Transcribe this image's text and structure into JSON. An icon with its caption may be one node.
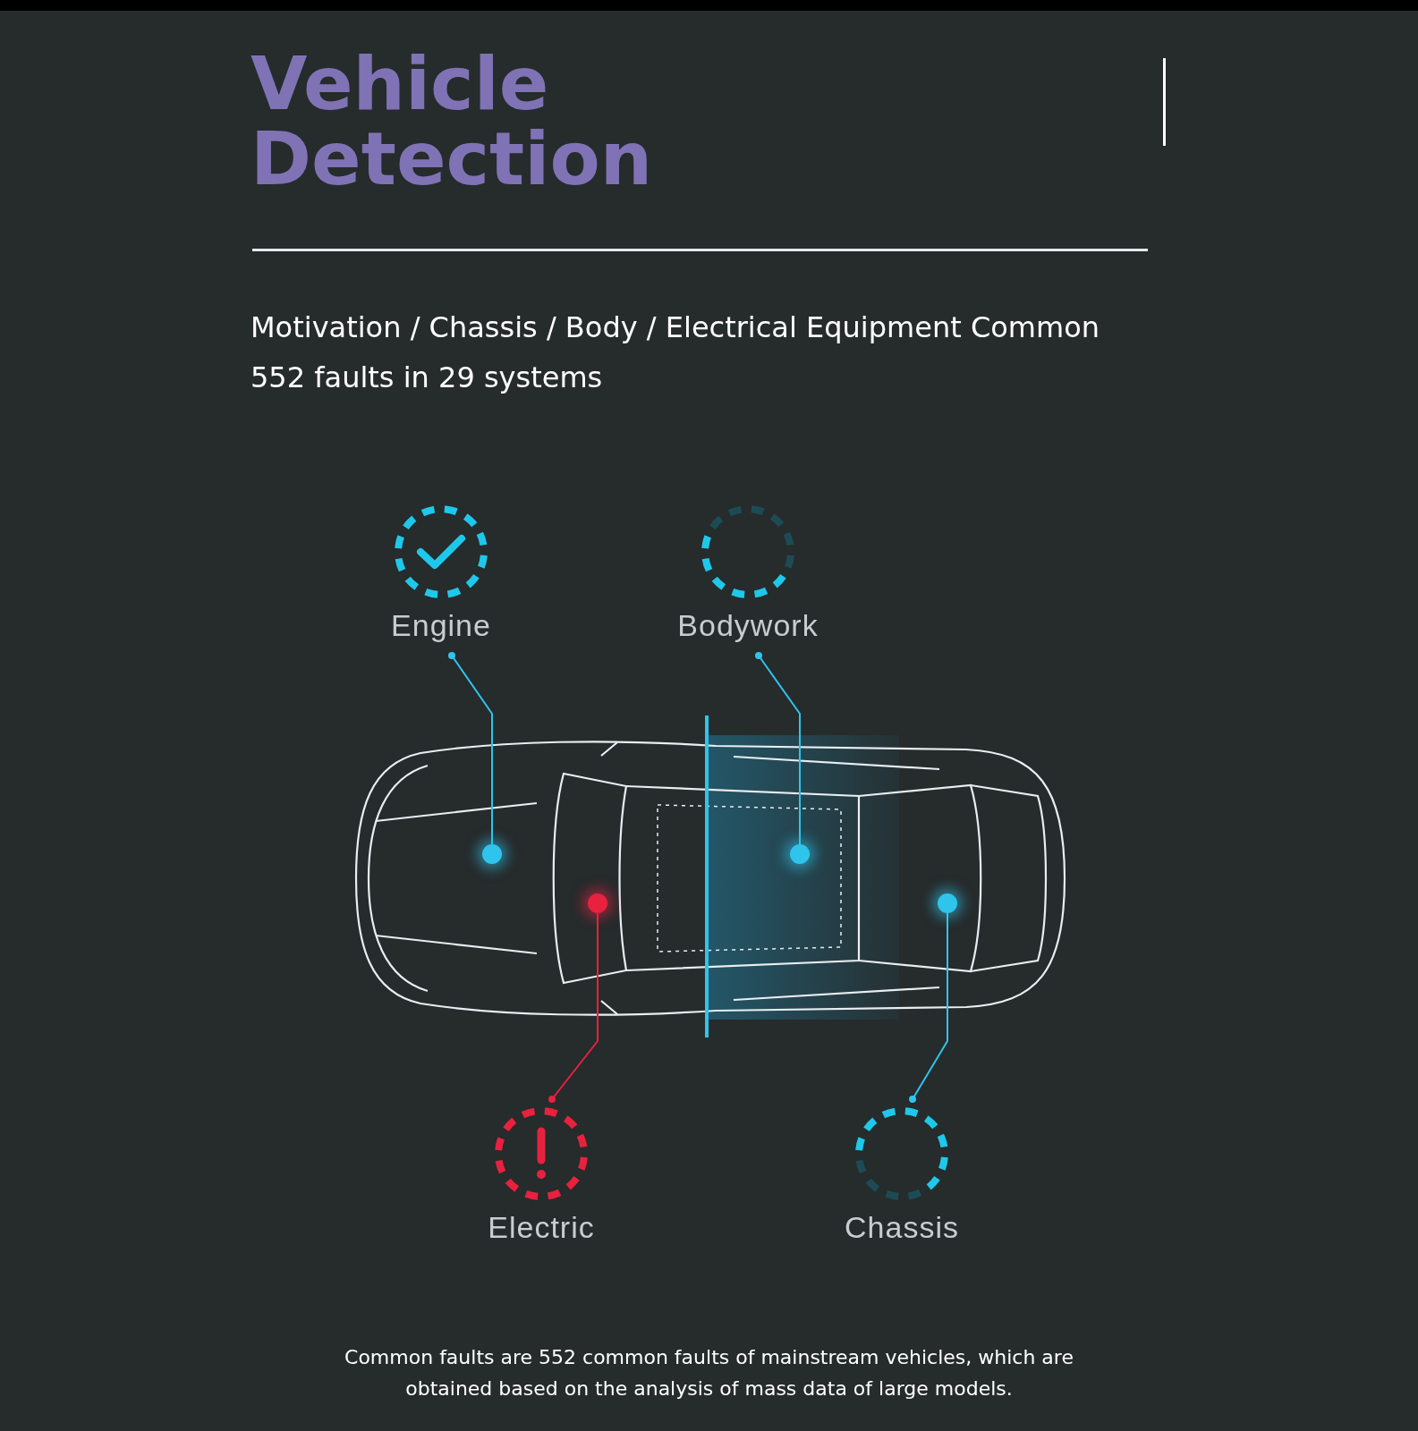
{
  "diagram": {
    "title": "Vehicle Detection",
    "caption": "Common faults are 552 common faults of mainstream vehicles, which are obtained based on the analysis of mass data of large models.",
    "nodes": [
      {
        "text": [
          "Engine"
        ]
      },
      {
        "text": [
          "Bodywork"
        ]
      },
      {
        "text": [
          "Electric"
        ]
      },
      {
        "text": [
          "Chassis"
        ]
      },
      {
        "text": [],
        "shape": "circle"
      },
      {
        "text": [],
        "shape": "circle"
      },
      {
        "text": [],
        "shape": "circle"
      },
      {
        "text": [],
        "shape": "circle"
      }
    ],
    "edges": [
      {
        "from": 0,
        "to": 4,
        "arrow": "other"
      },
      {
        "from": 1,
        "to": 5,
        "arrow": "other"
      },
      {
        "from": 2,
        "to": 6,
        "arrow": "other",
        "color": "#e8213f"
      },
      {
        "from": 3,
        "to": 7,
        "arrow": "other"
      }
    ],
    "labels": [
      "Motivation / Chassis / Body / Electrical Equipment Common 552 faults in 29 systems"
    ]
  }
}
